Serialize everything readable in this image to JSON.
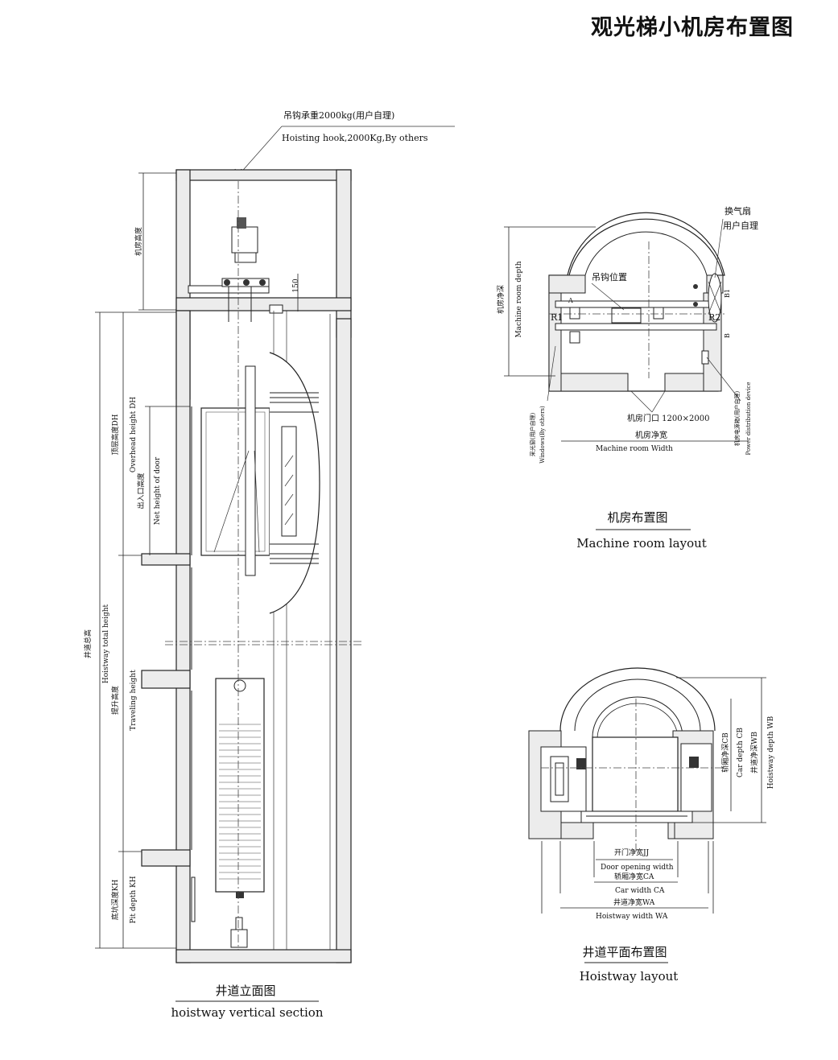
{
  "page": {
    "title": "观光梯小机房布置图"
  },
  "vertical_section": {
    "hook_label_cn": "吊钩承重2000kg(用户自理)",
    "hook_label_en": "Hoisting hook,2000Kg,By others",
    "machine_room_height_cn": "机房高度",
    "dim_150": "150",
    "overhead_cn": "顶层高度DH",
    "overhead_en": "Overhead height DH",
    "entrance_cn": "出入口高度",
    "entrance_en": "Net height of door",
    "total_cn": "井道总高",
    "total_en": "Hoistway total height",
    "travel_cn": "提升高度",
    "travel_en": "Traveling height",
    "pit_cn": "底坑深度KH",
    "pit_en": "Pit depth KH",
    "caption_cn": "井道立面图",
    "caption_en": "hoistway vertical section"
  },
  "machine_room": {
    "fan_cn": "换气扇",
    "fan_by_cn": "用户自理",
    "hook_pos_cn": "吊钩位置",
    "depth_cn": "机房净深",
    "depth_en": "Machine room depth",
    "r1": "R1",
    "r2": "R2",
    "b1": "B1",
    "a": "A",
    "b": "B",
    "window_cn": "采光窗(用户自理)",
    "window_en": "Windows(By others)",
    "door_cn": "机房门口 1200×2000",
    "width_cn": "机房净宽",
    "width_en": "Machine room Width",
    "power_cn": "机房电源箱(用户自理)",
    "power_en": "Power distribution device",
    "caption_cn": "机房布置图",
    "caption_en": "Machine room layout"
  },
  "hoistway_layout": {
    "car_depth_cn": "轿厢净深CB",
    "car_depth_en": "Car depth CB",
    "hw_depth_cn": "井道净深WB",
    "hw_depth_en": "Hoistway depth WB",
    "door_open_cn": "开门净宽JJ",
    "door_open_en": "Door opening width",
    "car_width_cn": "轿厢净宽CA",
    "car_width_en": "Car width CA",
    "hw_width_cn": "井道净宽WA",
    "hw_width_en": "Hoistway width WA",
    "caption_cn": "井道平面布置图",
    "caption_en": "Hoistway layout"
  }
}
